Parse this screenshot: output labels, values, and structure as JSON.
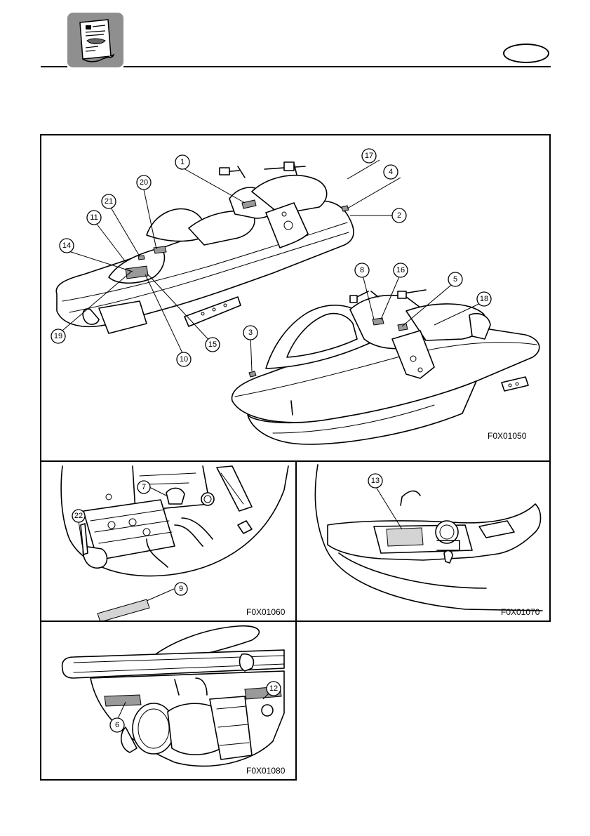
{
  "figures": {
    "main": {
      "code": "F0X01050"
    },
    "engine_bay": {
      "code": "F0X01060"
    },
    "storage": {
      "code": "F0X01070"
    },
    "jet_pump": {
      "code": "F0X01080"
    }
  },
  "callouts": {
    "c1": "1",
    "c2": "2",
    "c3": "3",
    "c4": "4",
    "c5": "5",
    "c6": "6",
    "c7": "7",
    "c8": "8",
    "c9": "9",
    "c10": "10",
    "c11": "11",
    "c12": "12",
    "c13": "13",
    "c14": "14",
    "c15": "15",
    "c16": "16",
    "c17": "17",
    "c18": "18",
    "c19": "19",
    "c20": "20",
    "c21": "21",
    "c22": "22"
  },
  "icons": {
    "manual": "manual-book-icon",
    "language_tab": "language-tab-icon"
  },
  "colors": {
    "ink": "#000000",
    "icon_grey": "#8f8f8f",
    "label_grey": "#9a9a9a"
  }
}
